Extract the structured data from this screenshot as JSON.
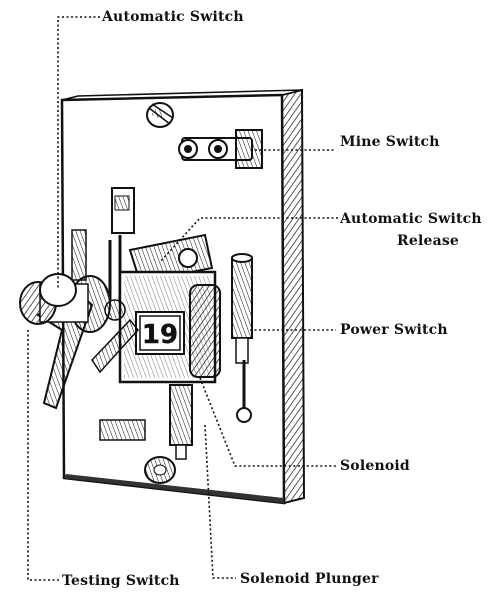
{
  "labels": {
    "automatic_switch": "Automatic Switch",
    "mine_switch": "Mine Switch",
    "automatic_switch_release_line1": "Automatic Switch",
    "automatic_switch_release_line2": "Release",
    "power_switch": "Power Switch",
    "solenoid": "Solenoid",
    "testing_switch": "Testing Switch",
    "solenoid_plunger": "Solenoid Plunger"
  },
  "device": {
    "number_plate": "19"
  }
}
